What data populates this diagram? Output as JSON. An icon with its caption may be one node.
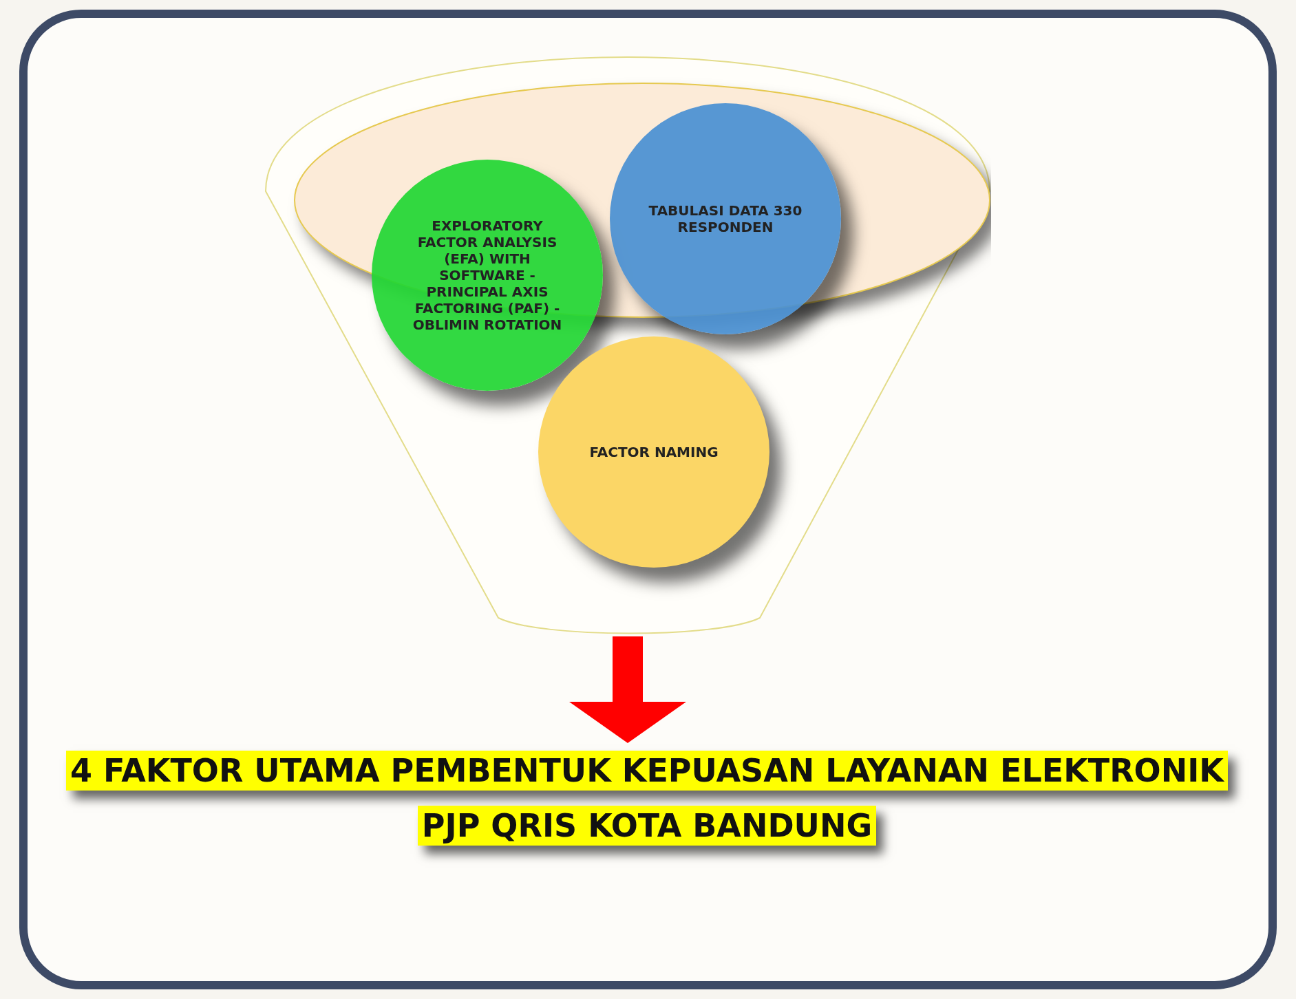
{
  "diagram": {
    "nodes": [
      {
        "text": [],
        "shape": "funnel"
      },
      {
        "text": [
          "EXPLORATORY FACTOR ANALYSIS (EFA) WITH SOFTWARE - PRINCIPAL AXIS FACTORING (PAF) - OBLIMIN ROTATION"
        ],
        "in": 0
      },
      {
        "text": [
          "TABULASI DATA 330 RESPONDEN"
        ],
        "in": 0
      },
      {
        "text": [
          "FACTOR NAMING"
        ],
        "in": 0
      },
      {
        "text": [
          "4 FAKTOR UTAMA PEMBENTUK KEPUASAN LAYANAN ELEKTRONIK PJP QRIS KOTA BANDUNG"
        ]
      }
    ],
    "edges": [
      {
        "from": 0,
        "to": 4,
        "arrow": "to",
        "color": "#ff0000"
      }
    ]
  }
}
